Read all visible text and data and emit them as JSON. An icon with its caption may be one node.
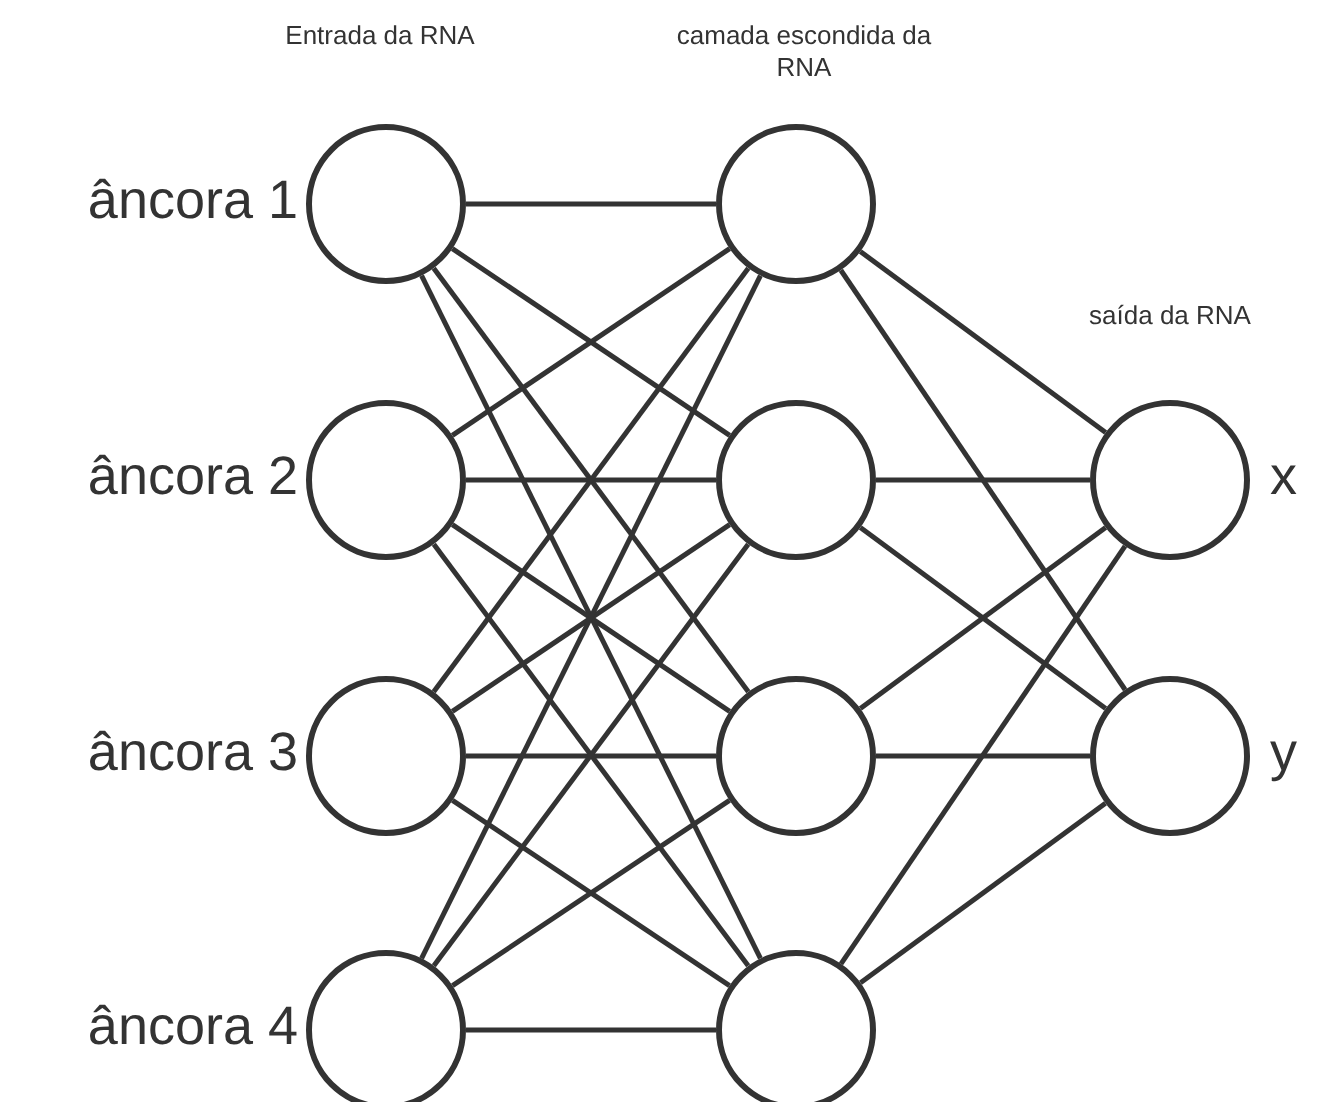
{
  "diagram": {
    "nodes": [
      {
        "text": [],
        "shape": "circle",
        "beside": [
          "âncora 1"
        ]
      },
      {
        "text": [],
        "shape": "circle",
        "beside": [
          "âncora 2"
        ]
      },
      {
        "text": [],
        "shape": "circle",
        "beside": [
          "âncora 3"
        ]
      },
      {
        "text": [],
        "shape": "circle",
        "beside": [
          "âncora 4"
        ]
      },
      {
        "text": [],
        "shape": "circle"
      },
      {
        "text": [],
        "shape": "circle"
      },
      {
        "text": [],
        "shape": "circle"
      },
      {
        "text": [],
        "shape": "circle"
      },
      {
        "text": [],
        "shape": "circle",
        "beside": [
          "x"
        ]
      },
      {
        "text": [],
        "shape": "circle",
        "beside": [
          "y"
        ]
      }
    ],
    "edges": [
      {
        "from": 0,
        "to": 4,
        "arrow": "none"
      },
      {
        "from": 0,
        "to": 5,
        "arrow": "none"
      },
      {
        "from": 0,
        "to": 6,
        "arrow": "none"
      },
      {
        "from": 0,
        "to": 7,
        "arrow": "none"
      },
      {
        "from": 1,
        "to": 4,
        "arrow": "none"
      },
      {
        "from": 1,
        "to": 5,
        "arrow": "none"
      },
      {
        "from": 1,
        "to": 6,
        "arrow": "none"
      },
      {
        "from": 1,
        "to": 7,
        "arrow": "none"
      },
      {
        "from": 2,
        "to": 4,
        "arrow": "none"
      },
      {
        "from": 2,
        "to": 5,
        "arrow": "none"
      },
      {
        "from": 2,
        "to": 6,
        "arrow": "none"
      },
      {
        "from": 2,
        "to": 7,
        "arrow": "none"
      },
      {
        "from": 3,
        "to": 4,
        "arrow": "none"
      },
      {
        "from": 3,
        "to": 5,
        "arrow": "none"
      },
      {
        "from": 3,
        "to": 6,
        "arrow": "none"
      },
      {
        "from": 3,
        "to": 7,
        "arrow": "none"
      },
      {
        "from": 4,
        "to": 8,
        "arrow": "none"
      },
      {
        "from": 4,
        "to": 9,
        "arrow": "none"
      },
      {
        "from": 5,
        "to": 8,
        "arrow": "none"
      },
      {
        "from": 5,
        "to": 9,
        "arrow": "none"
      },
      {
        "from": 6,
        "to": 8,
        "arrow": "none"
      },
      {
        "from": 6,
        "to": 9,
        "arrow": "none"
      },
      {
        "from": 7,
        "to": 8,
        "arrow": "none"
      },
      {
        "from": 7,
        "to": 9,
        "arrow": "none"
      }
    ],
    "labels": [
      "Entrada da RNA",
      "camada escondida da RNA",
      "saída da RNA"
    ]
  }
}
